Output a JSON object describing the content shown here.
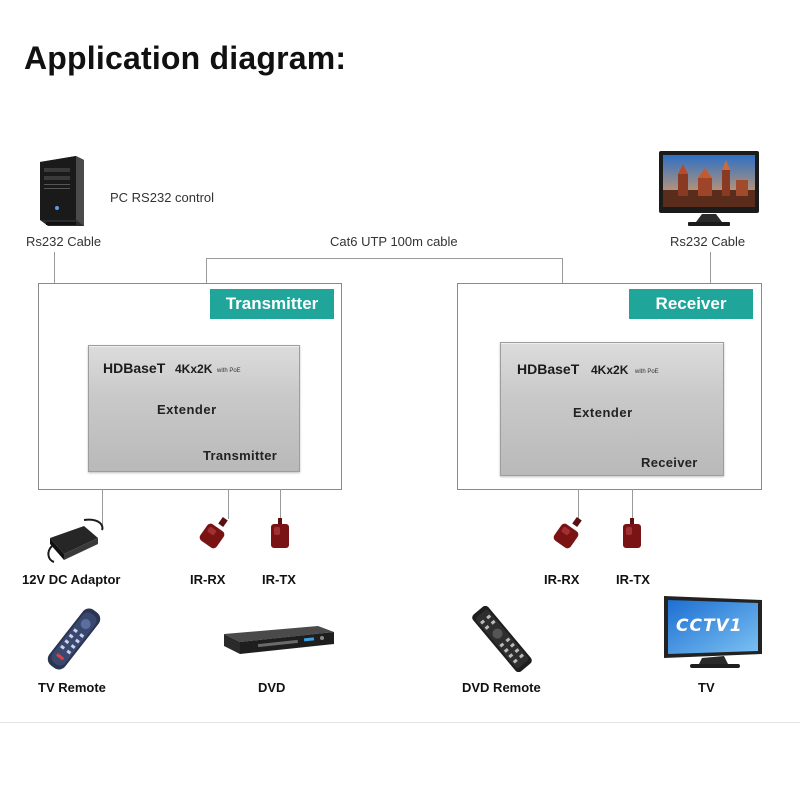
{
  "title": "Application diagram:",
  "pc": {
    "label": "PC RS232 control",
    "cable_left": "Rs232 Cable"
  },
  "link": {
    "label": "Cat6 UTP 100m cable"
  },
  "tv_top": {
    "cable_right": "Rs232 Cable"
  },
  "transmitter": {
    "tag": "Transmitter",
    "brand": "HDBaseT",
    "resolution": "4Kx2K",
    "poe": "with PoE",
    "extender": "Extender",
    "role": "Transmitter"
  },
  "receiver": {
    "tag": "Receiver",
    "brand": "HDBaseT",
    "resolution": "4Kx2K",
    "poe": "with PoE",
    "extender": "Extender",
    "role": "Receiver"
  },
  "peripherals": {
    "adaptor": "12V DC Adaptor",
    "tx_ir_rx": "IR-RX",
    "tx_ir_tx": "IR-TX",
    "rx_ir_rx": "IR-RX",
    "rx_ir_tx": "IR-TX",
    "tv_remote": "TV Remote",
    "dvd": "DVD",
    "dvd_remote": "DVD Remote",
    "tv": "TV"
  },
  "tv_screen_logo": "CCTV1",
  "colors": {
    "tag": "#1fa59a",
    "ir_sensor": "#7a1414",
    "lines": "#9a9a9a"
  }
}
